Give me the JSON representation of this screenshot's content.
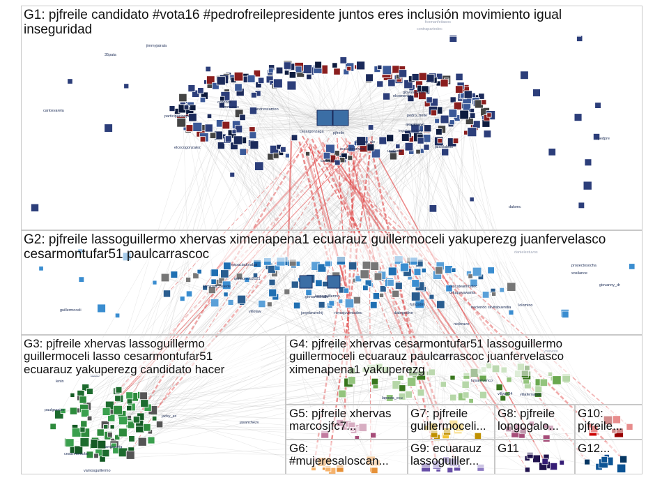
{
  "groups": [
    {
      "id": "G1",
      "label": "G1: pjfreile candidato #vota16 #pedrofreilepresidente juntos eres inclusión movimiento igual inseguridad"
    },
    {
      "id": "G2",
      "label": "G2: pjfreile lassoguillermo xhervas ximenapena1 ecuarauz guillermoceli yakuperezg juanfervelasco cesarmontufar51 paulcarrascoc"
    },
    {
      "id": "G3",
      "label": "G3: pjfreile xhervas lassoguillermo guillermoceli lasso cesarmontufar51 ecuarauz yakuperezg candidato hacer"
    },
    {
      "id": "G4",
      "label": "G4: pjfreile xhervas cesarmontufar51 lassoguillermo guillermoceli ecuarauz paulcarrascoc juanfervelasco ximenapena1 yakuperezg"
    },
    {
      "id": "G5",
      "label": "G5: pjfreile xhervas marcosjfc7..."
    },
    {
      "id": "G6",
      "label": "G6: #mujeresaloscan..."
    },
    {
      "id": "G7",
      "label": "G7: pjfreile guillermoceli..."
    },
    {
      "id": "G8",
      "label": "G8: pjfreile longogalo..."
    },
    {
      "id": "G9",
      "label": "G9: ecuarauz lassoguiller..."
    },
    {
      "id": "G10",
      "label": "G10: pjfreile..."
    },
    {
      "id": "G11",
      "label": "G11"
    },
    {
      "id": "G12",
      "label": "G12..."
    }
  ],
  "node_labels": [
    "jimmyjairala",
    "35pata",
    "carlosvarela",
    "participacionpe",
    "elcocogonzalez",
    "ccponce",
    "fmmundo",
    "andrescarrion",
    "cesargonzaga",
    "pjfreile",
    "ecuadorenvivo",
    "carlosjvb",
    "31gaby_ale",
    "unalonte",
    "byronuc",
    "jaialdubois",
    "pedro_freile",
    "alexabravo",
    "ingobernables",
    "giovandrade7",
    "elcomercio",
    "rpedpre",
    "fcomanfeitasos",
    "contrapartedec",
    "dalomc",
    "proyectosocha",
    "xosilance",
    "giovanny_dr",
    "guillermoceli",
    "espaciadorabai",
    "lamirma_delede",
    "quitounido2021",
    "villolaw",
    "jorgebravohij",
    "giovanddrade",
    "lassoguillermo",
    "ninesjuventudec",
    "dialogodive",
    "funcodim",
    "rescateanimalec",
    "urkupayawarka",
    "danielestuvos",
    "nicibravo",
    "haciendo",
    "silvitabuendia",
    "lolomino",
    "lasso",
    "lenin",
    "paulgranizo",
    "cesarmontufar",
    "landazurig",
    "vamosguillermo",
    "jacky_ec",
    "jasanchezv",
    "laposta_ecu",
    "fabriciolivera",
    "luisarrivenco",
    "villyan34",
    "villafernando",
    "yotevoto"
  ]
}
